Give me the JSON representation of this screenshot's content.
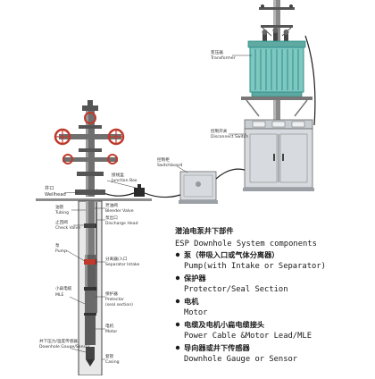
{
  "colors": {
    "teal": "#7fc7c1",
    "teal_dark": "#2e8f89",
    "cabinet": "#d7dbdf",
    "steel": "#6f6f6f",
    "valve_red": "#c0392b",
    "cable": "#1e1e1e"
  },
  "labels": {
    "transformer_zh": "变压器",
    "transformer_en": "Transformer",
    "disconnect_zh": "控制开关",
    "disconnect_en": "Disconnect Switch",
    "switchboard_zh": "控制柜",
    "switchboard_en": "Switchboard",
    "junction_zh": "接线盒",
    "junction_en": "Junction Box",
    "wellhead_zh": "井口",
    "wellhead_en": "Wellhead",
    "tubing_zh": "油管",
    "tubing_en": "Tubing",
    "check_zh": "止回阀",
    "check_en": "Check Valve",
    "pump_zh": "泵",
    "pump_en": "Pump",
    "bleeder_zh": "泄油阀",
    "bleeder_en": "Bleeder Valve",
    "discharge_zh": "泵出口",
    "discharge_en": "Discharge Head",
    "separator_zh": "分离器/入口",
    "separator_en": "Separator Intake",
    "mle_zh": "小扁电缆",
    "mle_en": "MLE",
    "protector_zh": "保护器",
    "protector_en": "Protector",
    "seal_en": "(seal section)",
    "motor_zh": "电机",
    "motor_en": "Motor",
    "gauge_zh": "井下压力/温度传感器",
    "gauge_en": "Downhole Gauge/Sensor",
    "casing_zh": "套管",
    "casing_en": "Casing"
  },
  "legend": {
    "title_zh": "潜油电泵井下部件",
    "title_en": "ESP Downhole System components",
    "items": [
      {
        "zh": "泵（带吸入口或气体分离器）",
        "en": "Pump(with Intake or Separator)"
      },
      {
        "zh": "保护器",
        "en": "Protector/Seal Section"
      },
      {
        "zh": "电机",
        "en": "Motor"
      },
      {
        "zh": "电缆及电机小扁电缆接头",
        "en": "Power Cable &Motor Lead/MLE"
      },
      {
        "zh": "导向器或井下传感器",
        "en": "Downhole Gauge or Sensor"
      }
    ]
  }
}
